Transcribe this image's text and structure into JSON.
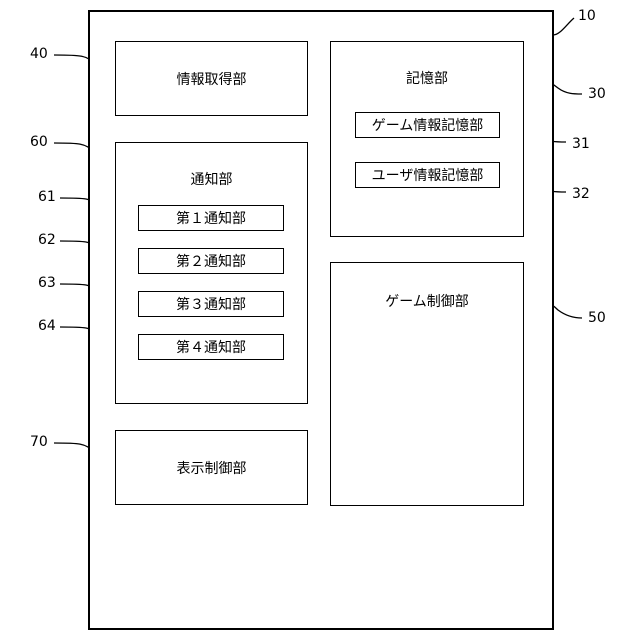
{
  "diagram": {
    "outer_ref": "10",
    "info_acquisition": {
      "label": "情報取得部",
      "ref": "40"
    },
    "storage": {
      "label": "記憶部",
      "ref": "30",
      "game_info_storage": {
        "label": "ゲーム情報記憶部",
        "ref": "31"
      },
      "user_info_storage": {
        "label": "ユーザ情報記憶部",
        "ref": "32"
      }
    },
    "notification": {
      "label": "通知部",
      "ref": "60",
      "items": [
        {
          "label": "第１通知部",
          "ref": "61"
        },
        {
          "label": "第２通知部",
          "ref": "62"
        },
        {
          "label": "第３通知部",
          "ref": "63"
        },
        {
          "label": "第４通知部",
          "ref": "64"
        }
      ]
    },
    "game_control": {
      "label": "ゲーム制御部",
      "ref": "50"
    },
    "display_control": {
      "label": "表示制御部",
      "ref": "70"
    }
  }
}
